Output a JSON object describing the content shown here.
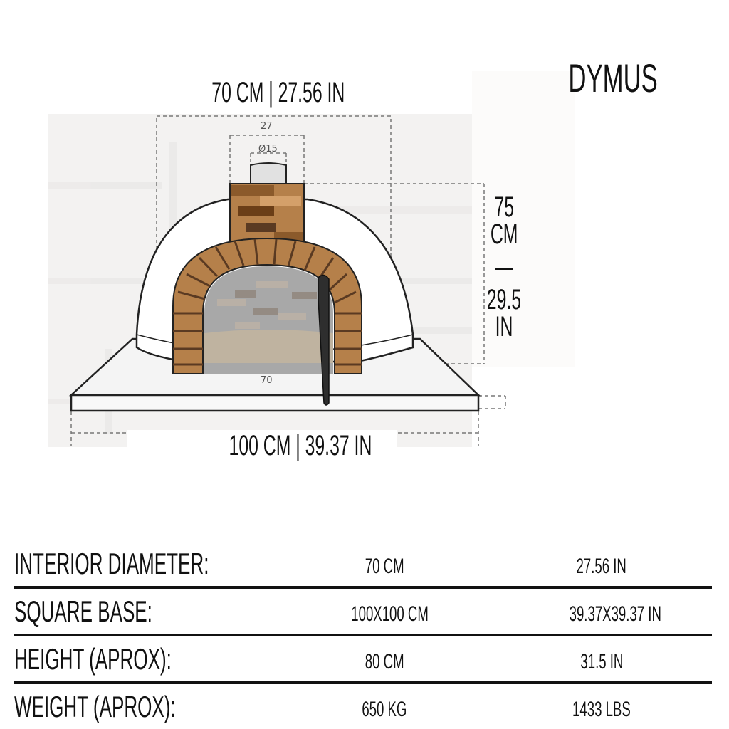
{
  "product": {
    "title": "DYMUS"
  },
  "diagram": {
    "top_dimension": "70 CM | 27.56 IN",
    "bottom_dimension": "100 CM | 39.37 IN",
    "height_dimension": {
      "cm_value": "75",
      "cm_unit": "CM",
      "separator": "—",
      "in_value": "29.5",
      "in_unit": "IN"
    },
    "chimney_width_label": "27",
    "flue_diameter_label": "Ø15",
    "door_width_label": "70",
    "colors": {
      "brick": "#b5804a",
      "brick_dark": "#5a3a22",
      "dome": "#ffffff",
      "interior_stone": "#a9a9a9",
      "floor": "#bfb3a0",
      "door": "#2e2e2e",
      "flue": "#e0e0e0"
    }
  },
  "specs": {
    "rows": [
      {
        "label": "INTERIOR DIAMETER:",
        "metric": "70 CM",
        "imperial": "27.56 IN"
      },
      {
        "label": "SQUARE BASE:",
        "metric": "100X100 CM",
        "imperial": "39.37X39.37 IN"
      },
      {
        "label": "HEIGHT (APROX):",
        "metric": "80 CM",
        "imperial": "31.5 IN"
      },
      {
        "label": "WEIGHT (APROX):",
        "metric": "650 KG",
        "imperial": "1433 LBS"
      }
    ]
  }
}
